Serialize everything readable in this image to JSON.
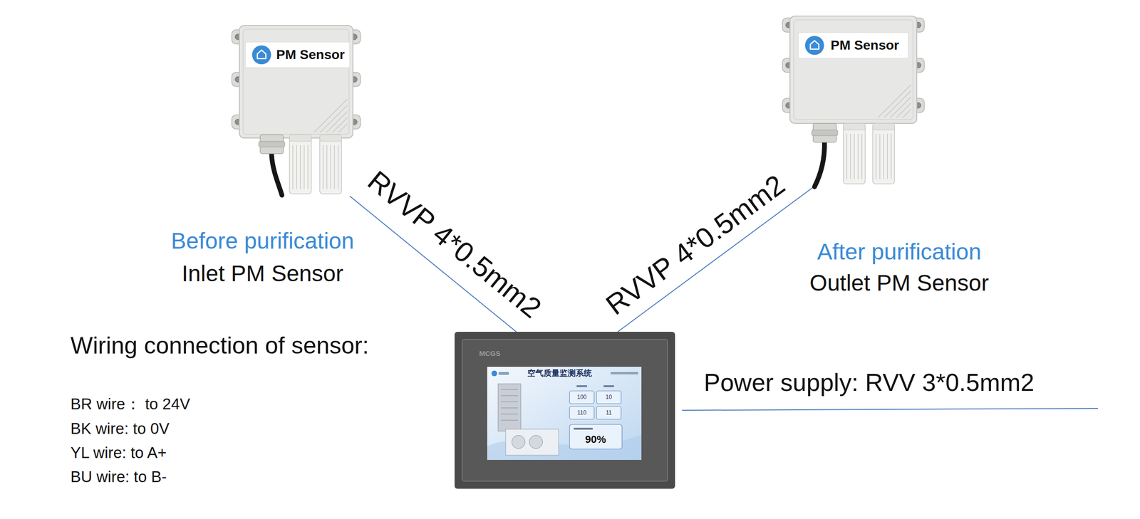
{
  "diagram": {
    "nodes": [
      {
        "text": [
          "PM Sensor",
          "Before purification",
          "Inlet PM Sensor"
        ]
      },
      {
        "text": [
          "PM Sensor",
          "After purification",
          "Outlet PM Sensor"
        ]
      },
      {
        "text": [
          "MCGS",
          "空气质量监测系统",
          "100",
          "10",
          "110",
          "11",
          "90%"
        ]
      }
    ],
    "edges": [
      {
        "from": 0,
        "to": 2,
        "arrow": "none",
        "label": "RVVP 4*0.5mm2"
      },
      {
        "from": 1,
        "to": 2,
        "arrow": "none",
        "label": "RVVP 4*0.5mm2"
      }
    ],
    "labels": [
      "Wiring connection of sensor:",
      "BR wire： to 24V",
      "BK wire: to 0V",
      "YL wire: to A+",
      "BU wire: to B-",
      "Power supply: RVV 3*0.5mm2"
    ]
  }
}
